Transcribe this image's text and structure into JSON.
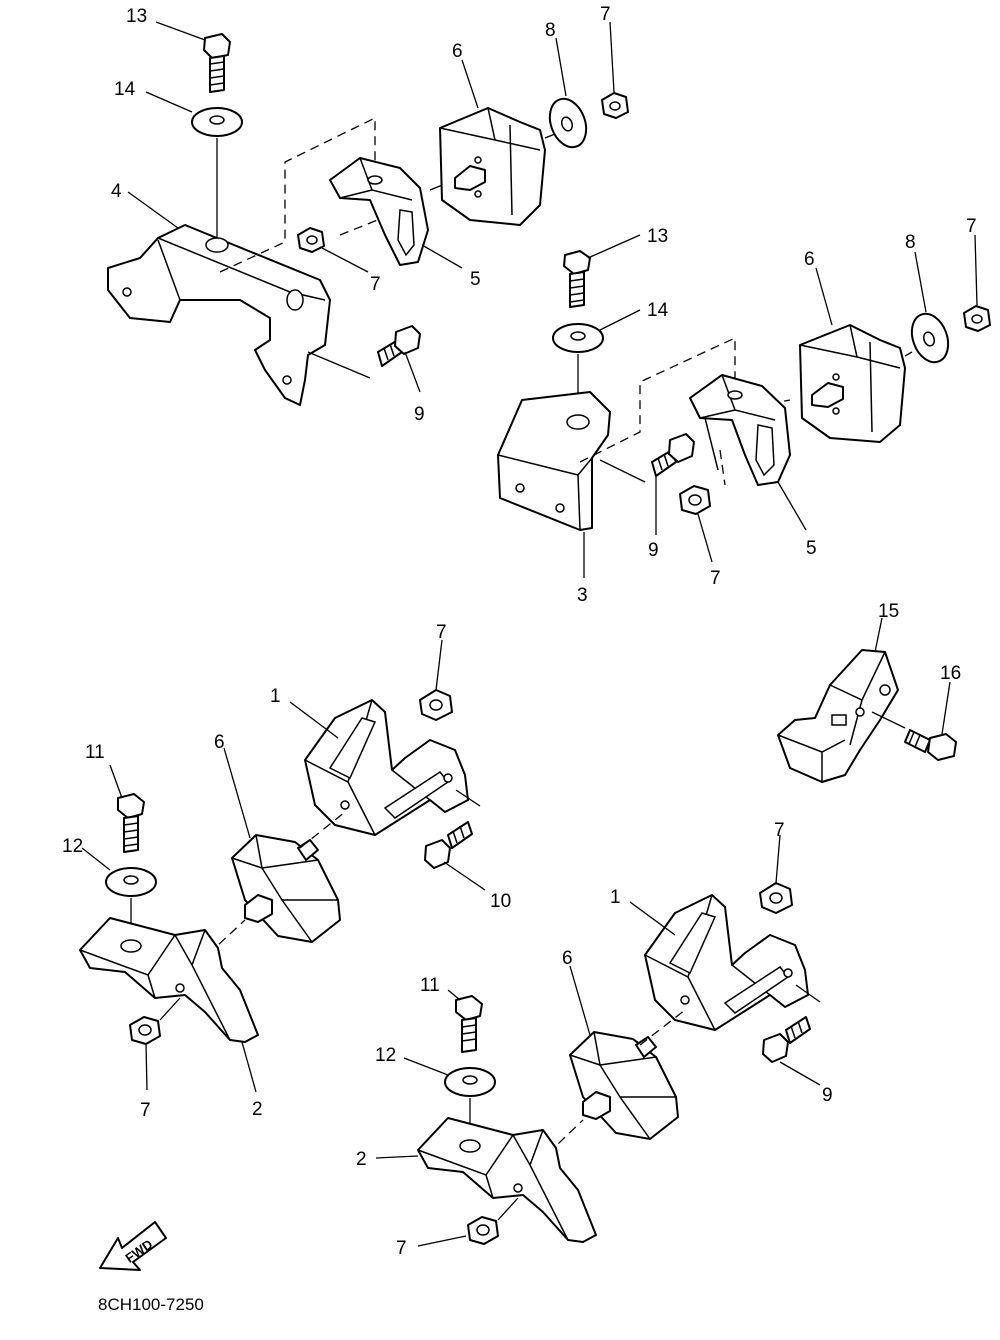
{
  "diagram_code": "8CH100-7250",
  "fwd_label": "FWD",
  "callouts": [
    {
      "id": "c1",
      "label": "13"
    },
    {
      "id": "c2",
      "label": "14"
    },
    {
      "id": "c3",
      "label": "4"
    },
    {
      "id": "c4",
      "label": "6"
    },
    {
      "id": "c5",
      "label": "8"
    },
    {
      "id": "c6",
      "label": "7"
    },
    {
      "id": "c7",
      "label": "7"
    },
    {
      "id": "c8",
      "label": "5"
    },
    {
      "id": "c9",
      "label": "9"
    },
    {
      "id": "c10",
      "label": "13"
    },
    {
      "id": "c11",
      "label": "14"
    },
    {
      "id": "c12",
      "label": "6"
    },
    {
      "id": "c13",
      "label": "8"
    },
    {
      "id": "c14",
      "label": "7"
    },
    {
      "id": "c15",
      "label": "9"
    },
    {
      "id": "c16",
      "label": "7"
    },
    {
      "id": "c17",
      "label": "5"
    },
    {
      "id": "c18",
      "label": "3"
    },
    {
      "id": "c19",
      "label": "15"
    },
    {
      "id": "c20",
      "label": "16"
    },
    {
      "id": "c21",
      "label": "7"
    },
    {
      "id": "c22",
      "label": "1"
    },
    {
      "id": "c23",
      "label": "11"
    },
    {
      "id": "c24",
      "label": "6"
    },
    {
      "id": "c25",
      "label": "12"
    },
    {
      "id": "c26",
      "label": "10"
    },
    {
      "id": "c27",
      "label": "7"
    },
    {
      "id": "c28",
      "label": "2"
    },
    {
      "id": "c29",
      "label": "7"
    },
    {
      "id": "c30",
      "label": "1"
    },
    {
      "id": "c31",
      "label": "11"
    },
    {
      "id": "c32",
      "label": "6"
    },
    {
      "id": "c33",
      "label": "12"
    },
    {
      "id": "c34",
      "label": "9"
    },
    {
      "id": "c35",
      "label": "2"
    },
    {
      "id": "c36",
      "label": "7"
    }
  ]
}
